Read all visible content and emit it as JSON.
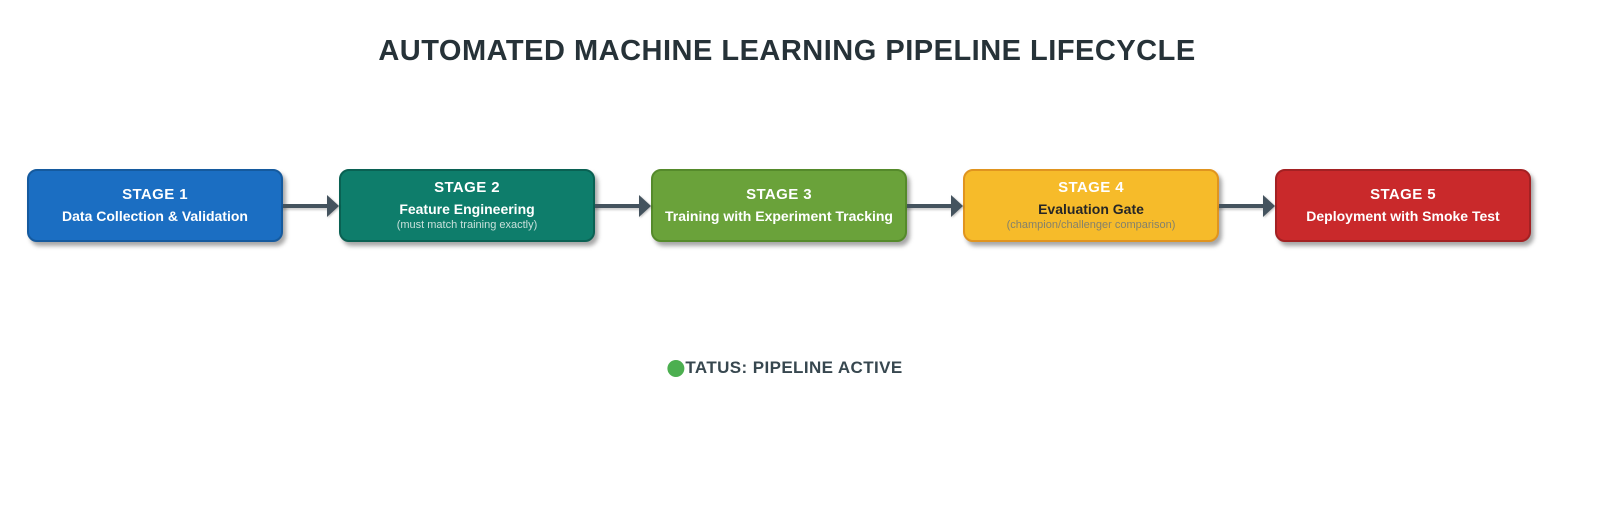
{
  "title": "AUTOMATED MACHINE LEARNING PIPELINE LIFECYCLE",
  "title_color": "#263238",
  "connector_color": "#44535e",
  "stages": [
    {
      "label": "STAGE 1",
      "title": "Data Collection & Validation",
      "note": "",
      "color": "#1b6ec2",
      "border_color": "#155a9e",
      "title_color": "#ffffff",
      "note_color": ""
    },
    {
      "label": "STAGE 2",
      "title": "Feature Engineering",
      "note": "(must match training exactly)",
      "color": "#0e7d6b",
      "border_color": "#0a6153",
      "title_color": "#ffffff",
      "note_color": "#c8e0db"
    },
    {
      "label": "STAGE 3",
      "title": "Training with Experiment Tracking",
      "note": "",
      "color": "#6aa23a",
      "border_color": "#558a2b",
      "title_color": "#ffffff",
      "note_color": ""
    },
    {
      "label": "STAGE 4",
      "title": "Evaluation Gate",
      "note": "(champion/challenger comparison)",
      "color": "#f6bb2a",
      "border_color": "#e0941f",
      "title_color": "#262626",
      "note_color": "#84816b"
    },
    {
      "label": "STAGE 5",
      "title": "Deployment with Smoke Test",
      "note": "",
      "color": "#c9292b",
      "border_color": "#a32123",
      "title_color": "#ffffff",
      "note_color": ""
    }
  ],
  "status": {
    "dot_color": "#4caf50",
    "text": "TATUS: PIPELINE ACTIVE",
    "text_color": "#37474f"
  }
}
